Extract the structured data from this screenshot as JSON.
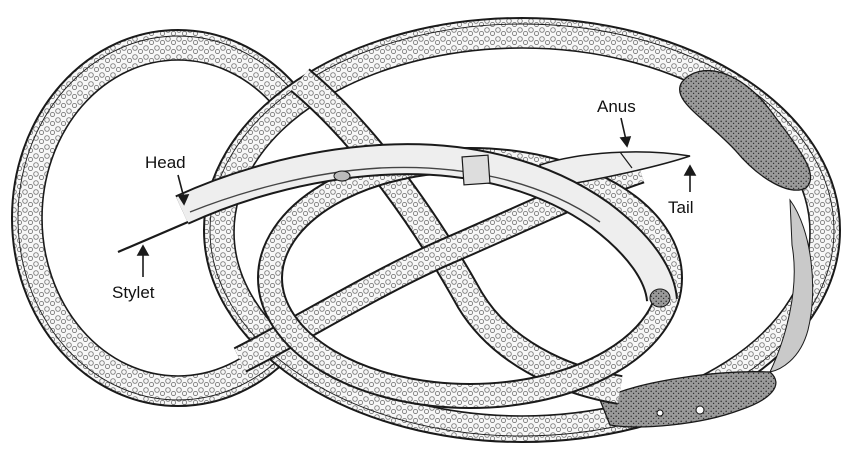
{
  "labels": {
    "head": "Head",
    "stylet": "Stylet",
    "anus": "Anus",
    "tail": "Tail"
  },
  "colors": {
    "ink": "#1a1a1a",
    "body_fill": "#f4f4f4",
    "granule": "#8c8c8c",
    "organ_fill": "#6e6e6e"
  }
}
